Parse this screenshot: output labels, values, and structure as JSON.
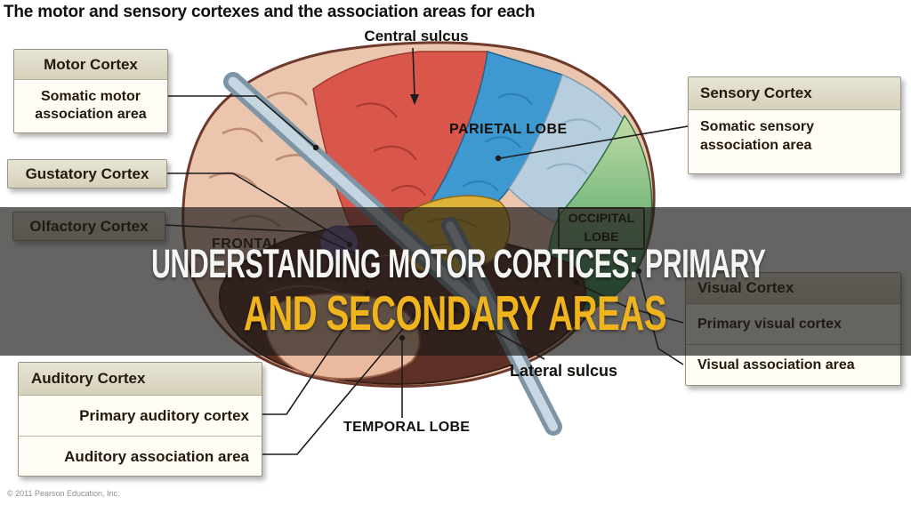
{
  "page_title": "The motor and sensory cortexes and the association areas for each",
  "banner": {
    "line1": "UNDERSTANDING MOTOR CORTICES: PRIMARY",
    "line2": "AND SECONDARY AREAS"
  },
  "boxes": {
    "motor": {
      "title": "Motor Cortex",
      "row": "Somatic motor association area"
    },
    "gustatory": {
      "title": "Gustatory Cortex"
    },
    "olfactory": {
      "title": "Olfactory Cortex"
    },
    "auditory": {
      "title": "Auditory Cortex",
      "rows": [
        "Primary auditory cortex",
        "Auditory association area"
      ]
    },
    "sensory": {
      "title": "Sensory Cortex",
      "row": "Somatic sensory association area"
    },
    "visual": {
      "title": "Visual Cortex",
      "rows": [
        "Primary visual cortex",
        "Visual association area"
      ]
    }
  },
  "brain_labels": {
    "central_sulcus": "Central sulcus",
    "parietal_lobe": "PARIETAL LOBE",
    "occipital_line1": "OCCIPITAL",
    "occipital_line2": "LOBE",
    "frontal_lobe": "FRONTAL",
    "lateral_sulcus": "Lateral sulcus",
    "temporal_lobe": "TEMPORAL LOBE"
  },
  "footer": {
    "copyright": "© 2011 Pearson Education, Inc."
  },
  "colors": {
    "banner_overlay": "rgba(28,27,25,0.68)",
    "banner_line1_text": "#f5f5f3",
    "banner_line2_text": "#f0b41e",
    "box_header_beige": "#ddd9c6",
    "frontal_pink": "#ecc5ae",
    "motor_red": "#d9564b",
    "sensory_blue": "#3f99d1",
    "parietal_pale_blue": "#b7cede",
    "occipital_green": "#57a968",
    "temporal_brown": "#5e3127",
    "insula_yellow": "#dfb23a",
    "retractor_steel": "#c6d6e0"
  }
}
